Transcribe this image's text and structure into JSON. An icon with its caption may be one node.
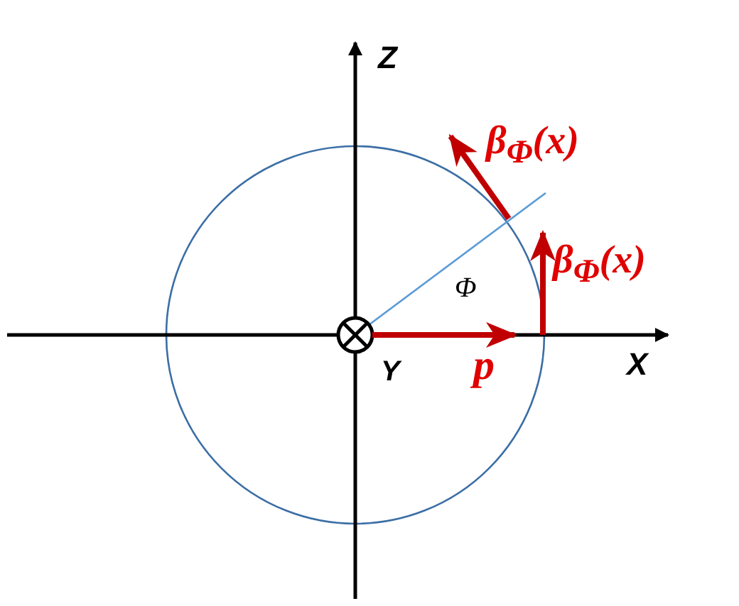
{
  "diagram": {
    "labels": [
      "Z",
      "β$_{Φ}$(x)",
      "β$_{Φ}$(x)",
      "Φ",
      "Y",
      "p",
      "X"
    ]
  }
}
